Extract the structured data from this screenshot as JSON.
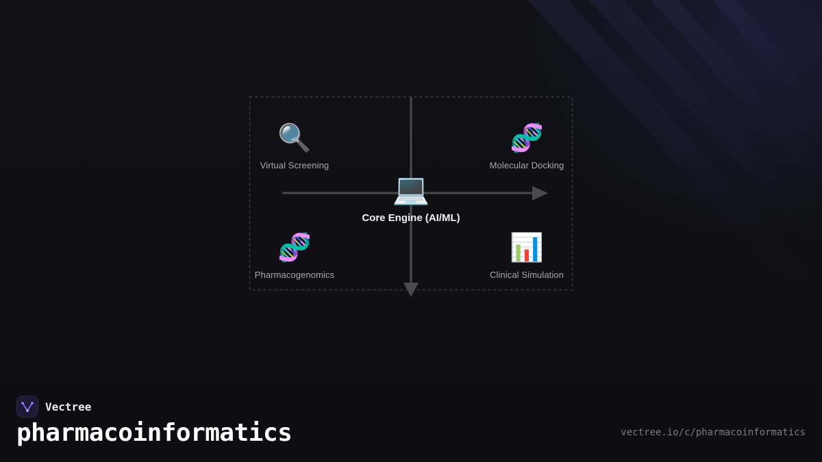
{
  "diagram": {
    "core": {
      "icon": "💻",
      "icon_name": "laptop-icon",
      "label": "Core Engine (AI/ML)"
    },
    "nodes": [
      {
        "icon": "🔍",
        "icon_name": "magnifier-icon",
        "label": "Virtual Screening"
      },
      {
        "icon": "🧬",
        "icon_name": "dna-icon",
        "label": "Molecular Docking"
      },
      {
        "icon": "🧬",
        "icon_name": "dna-icon",
        "label": "Pharmacogenomics"
      },
      {
        "icon": "📊",
        "icon_name": "bar-chart-icon",
        "label": "Clinical Simulation"
      }
    ],
    "colors": {
      "axis": "#4a4a50",
      "dashed_border": "#3a3a42",
      "node_label": "#a8a8b0",
      "core_label": "#f2f2f5"
    }
  },
  "footer": {
    "brand": {
      "name": "Vectree",
      "logo_icon": "vectree-logo-icon",
      "accent": "#8b5cf6"
    },
    "topic": "pharmacoinformatics",
    "url": "vectree.io/c/pharmacoinformatics"
  }
}
